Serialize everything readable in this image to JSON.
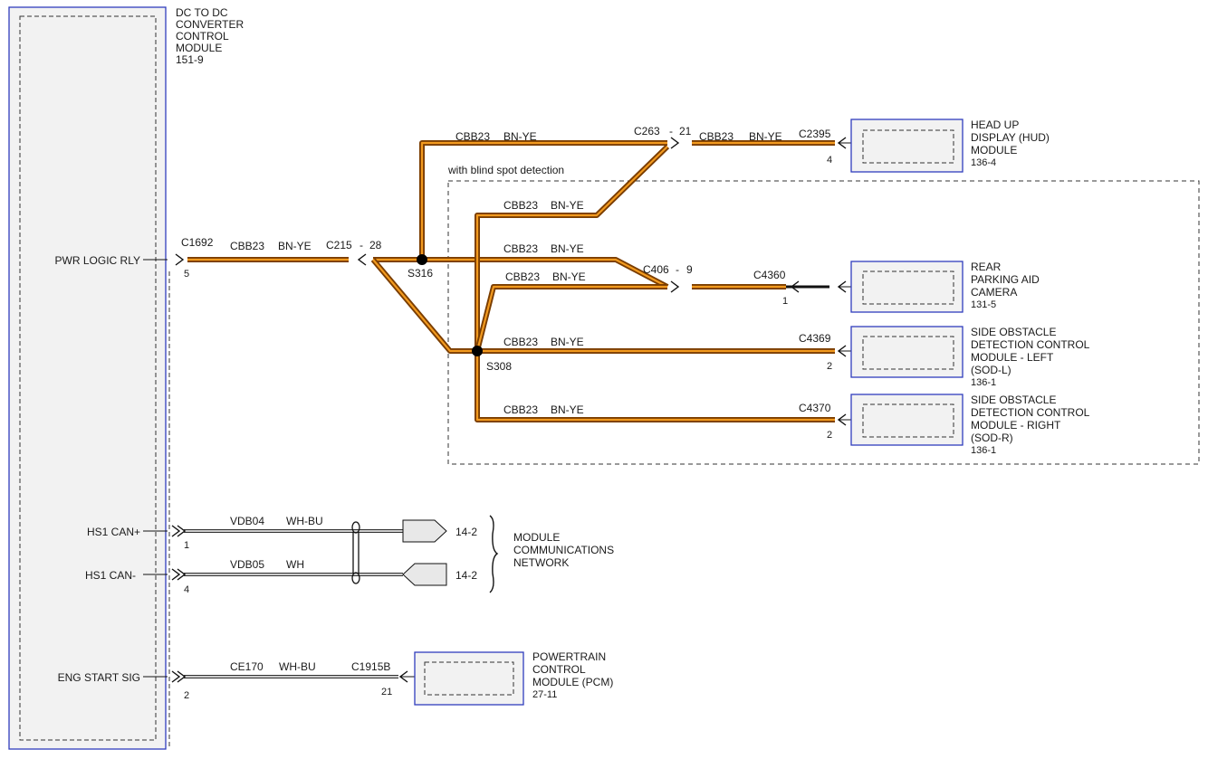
{
  "dcdc": {
    "l1": "DC TO DC",
    "l2": "CONVERTER",
    "l3": "CONTROL",
    "l4": "MODULE",
    "ref": "151-9"
  },
  "pins": {
    "pwr": {
      "label": "PWR LOGIC RLY",
      "num": "5"
    },
    "can_hi": {
      "label": "HS1 CAN+",
      "num": "1"
    },
    "can_lo": {
      "label": "HS1 CAN-",
      "num": "4"
    },
    "eng": {
      "label": "ENG START SIG",
      "num": "2"
    }
  },
  "wire_cbb23": {
    "circuit": "CBB23",
    "color": "BN-YE"
  },
  "connectors": {
    "c1692": "C1692",
    "c215": "C215",
    "c215_pin": "28",
    "c263": "C263",
    "c263_pin": "21",
    "c2395": "C2395",
    "c2395_pin": "4",
    "c406": "C406",
    "c406_pin": "9",
    "c4360": "C4360",
    "c4360_pin": "1",
    "c4369": "C4369",
    "c4369_pin": "2",
    "c4370": "C4370",
    "c4370_pin": "2",
    "c1915b": "C1915B",
    "c1915b_pin": "21",
    "dash": "-"
  },
  "splices": {
    "s316": "S316",
    "s308": "S308"
  },
  "option_label": "with blind spot detection",
  "modules": {
    "hud": {
      "l1": "HEAD UP",
      "l2": "DISPLAY (HUD)",
      "l3": "MODULE",
      "ref": "136-4"
    },
    "camera": {
      "l1": "REAR",
      "l2": "PARKING AID",
      "l3": "CAMERA",
      "ref": "131-5"
    },
    "sodl": {
      "l1": "SIDE OBSTACLE",
      "l2": "DETECTION CONTROL",
      "l3": "MODULE - LEFT",
      "l4": "(SOD-L)",
      "ref": "136-1"
    },
    "sodr": {
      "l1": "SIDE OBSTACLE",
      "l2": "DETECTION CONTROL",
      "l3": "MODULE - RIGHT",
      "l4": "(SOD-R)",
      "ref": "136-1"
    },
    "pcm": {
      "l1": "POWERTRAIN",
      "l2": "CONTROL",
      "l3": "MODULE (PCM)",
      "ref": "27-11"
    }
  },
  "can_wires": {
    "hi": {
      "circuit": "VDB04",
      "color": "WH-BU",
      "ref": "14-2"
    },
    "lo": {
      "circuit": "VDB05",
      "color": "WH",
      "ref": "14-2"
    }
  },
  "network": {
    "l1": "MODULE",
    "l2": "COMMUNICATIONS",
    "l3": "NETWORK"
  },
  "eng_wire": {
    "circuit": "CE170",
    "color": "WH-BU"
  },
  "colors": {
    "wire_outer": "#7a3d00",
    "wire_inner": "#f29a1f",
    "module_border": "#2f3dbd"
  }
}
